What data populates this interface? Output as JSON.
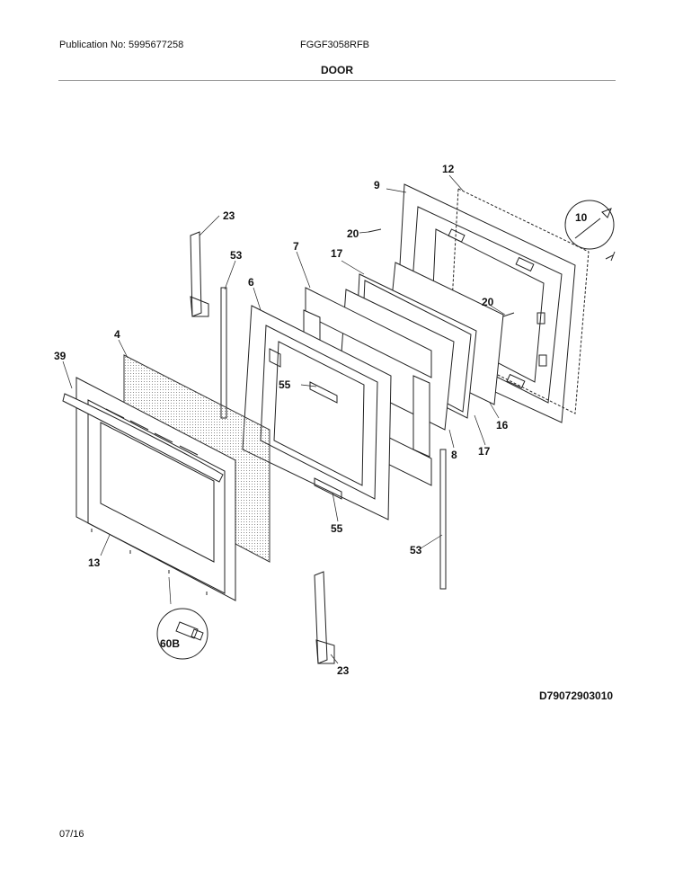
{
  "header": {
    "publication": "Publication No: 5995677258",
    "model": "FGGF3058RFB",
    "section": "DOOR"
  },
  "diagram": {
    "code": "D79072903010",
    "callouts": [
      "39",
      "4",
      "13",
      "60B",
      "23",
      "53",
      "6",
      "55",
      "7",
      "17",
      "20",
      "9",
      "12",
      "10",
      "16",
      "8"
    ]
  },
  "footer": {
    "date": "07/16"
  }
}
